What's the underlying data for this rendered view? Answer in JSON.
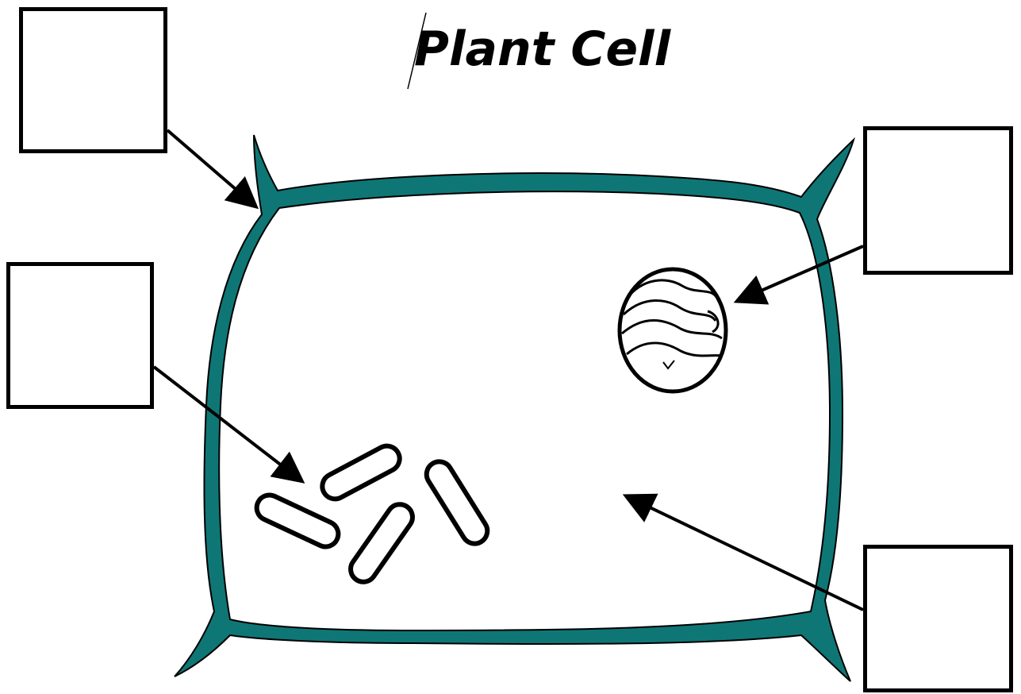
{
  "title": "Plant Cell",
  "colors": {
    "cell_wall": "#0f7676",
    "outline": "#000000",
    "background": "#ffffff"
  },
  "label_boxes": [
    {
      "id": "top-left",
      "text": ""
    },
    {
      "id": "mid-left",
      "text": ""
    },
    {
      "id": "top-right",
      "text": ""
    },
    {
      "id": "bottom-right",
      "text": ""
    }
  ],
  "nucleus_text": "v"
}
